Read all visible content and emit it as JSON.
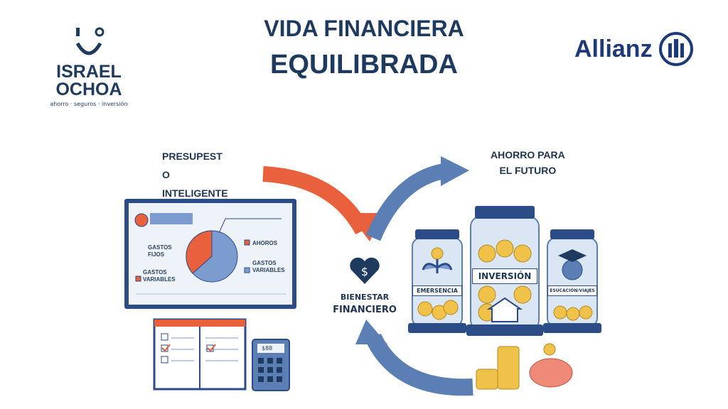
{
  "header": {
    "title_line1": "VIDA FINANCIERA",
    "title_line2": "EQUILIBRADA"
  },
  "logo_left": {
    "line1": "ISRAEL",
    "line2": "OCHOA",
    "tagline": "ahorro · seguros · inversión"
  },
  "logo_right": {
    "text": "Allianz"
  },
  "budget": {
    "label_lines": [
      "PRESUPEST",
      "O",
      "INTELIGENTE"
    ],
    "chart_labels": {
      "fixed": "GASTOS FIJOS",
      "variable_left": "GASTOS VARIABLES",
      "savings": "AHOROS",
      "variable_right": "GASTOS VARIABLES"
    },
    "calculator_display": "$88"
  },
  "center": {
    "label_line1": "BIENESTAR",
    "label_line2": "FINANCIERO"
  },
  "savings": {
    "label_line1": "AHORRO PARA",
    "label_line2": "EL FUTURO",
    "jars": [
      "EMERSENCIA",
      "INVERSIÓN",
      "ESUCACIÓN/VIAJES"
    ]
  },
  "colors": {
    "navy": "#1f3a5f",
    "orange": "#e8603c",
    "blue": "#5b7fb5",
    "gold": "#f0c24a"
  }
}
